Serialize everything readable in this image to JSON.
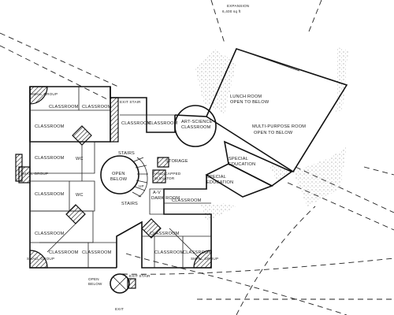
{
  "labels": {
    "expansion": "EXPANSION",
    "expansion_area": "6,400 sq ft",
    "exit_stair_top": "EXIT STAIR",
    "lunch_room": "LUNCH ROOM",
    "lunch_open": "OPEN TO BELOW",
    "multipurpose": "MULTI-PURPOSE ROOM",
    "multipurpose_open": "OPEN TO BELOW",
    "art_science": "ART-SCIENCE",
    "art_science_2": "CLASSROOM",
    "small_group": "SMALL GROUP",
    "classroom": "CLASSROOM",
    "wc": "WC",
    "stairs": "STAIRS",
    "open": "OPEN",
    "below": "BELOW",
    "storage": "STORAGE",
    "handicapped": "HANDICAPPED",
    "elevator": "ELEVATOR",
    "up": "UP",
    "special": "SPECIAL",
    "education": "EDUCATION",
    "av": "A-V",
    "dark_room": "DARK ROOM",
    "open_to_below": "OPEN TO BELOW",
    "exit_stair_bottom": "EXIT STAIR",
    "exit": "EXIT"
  }
}
